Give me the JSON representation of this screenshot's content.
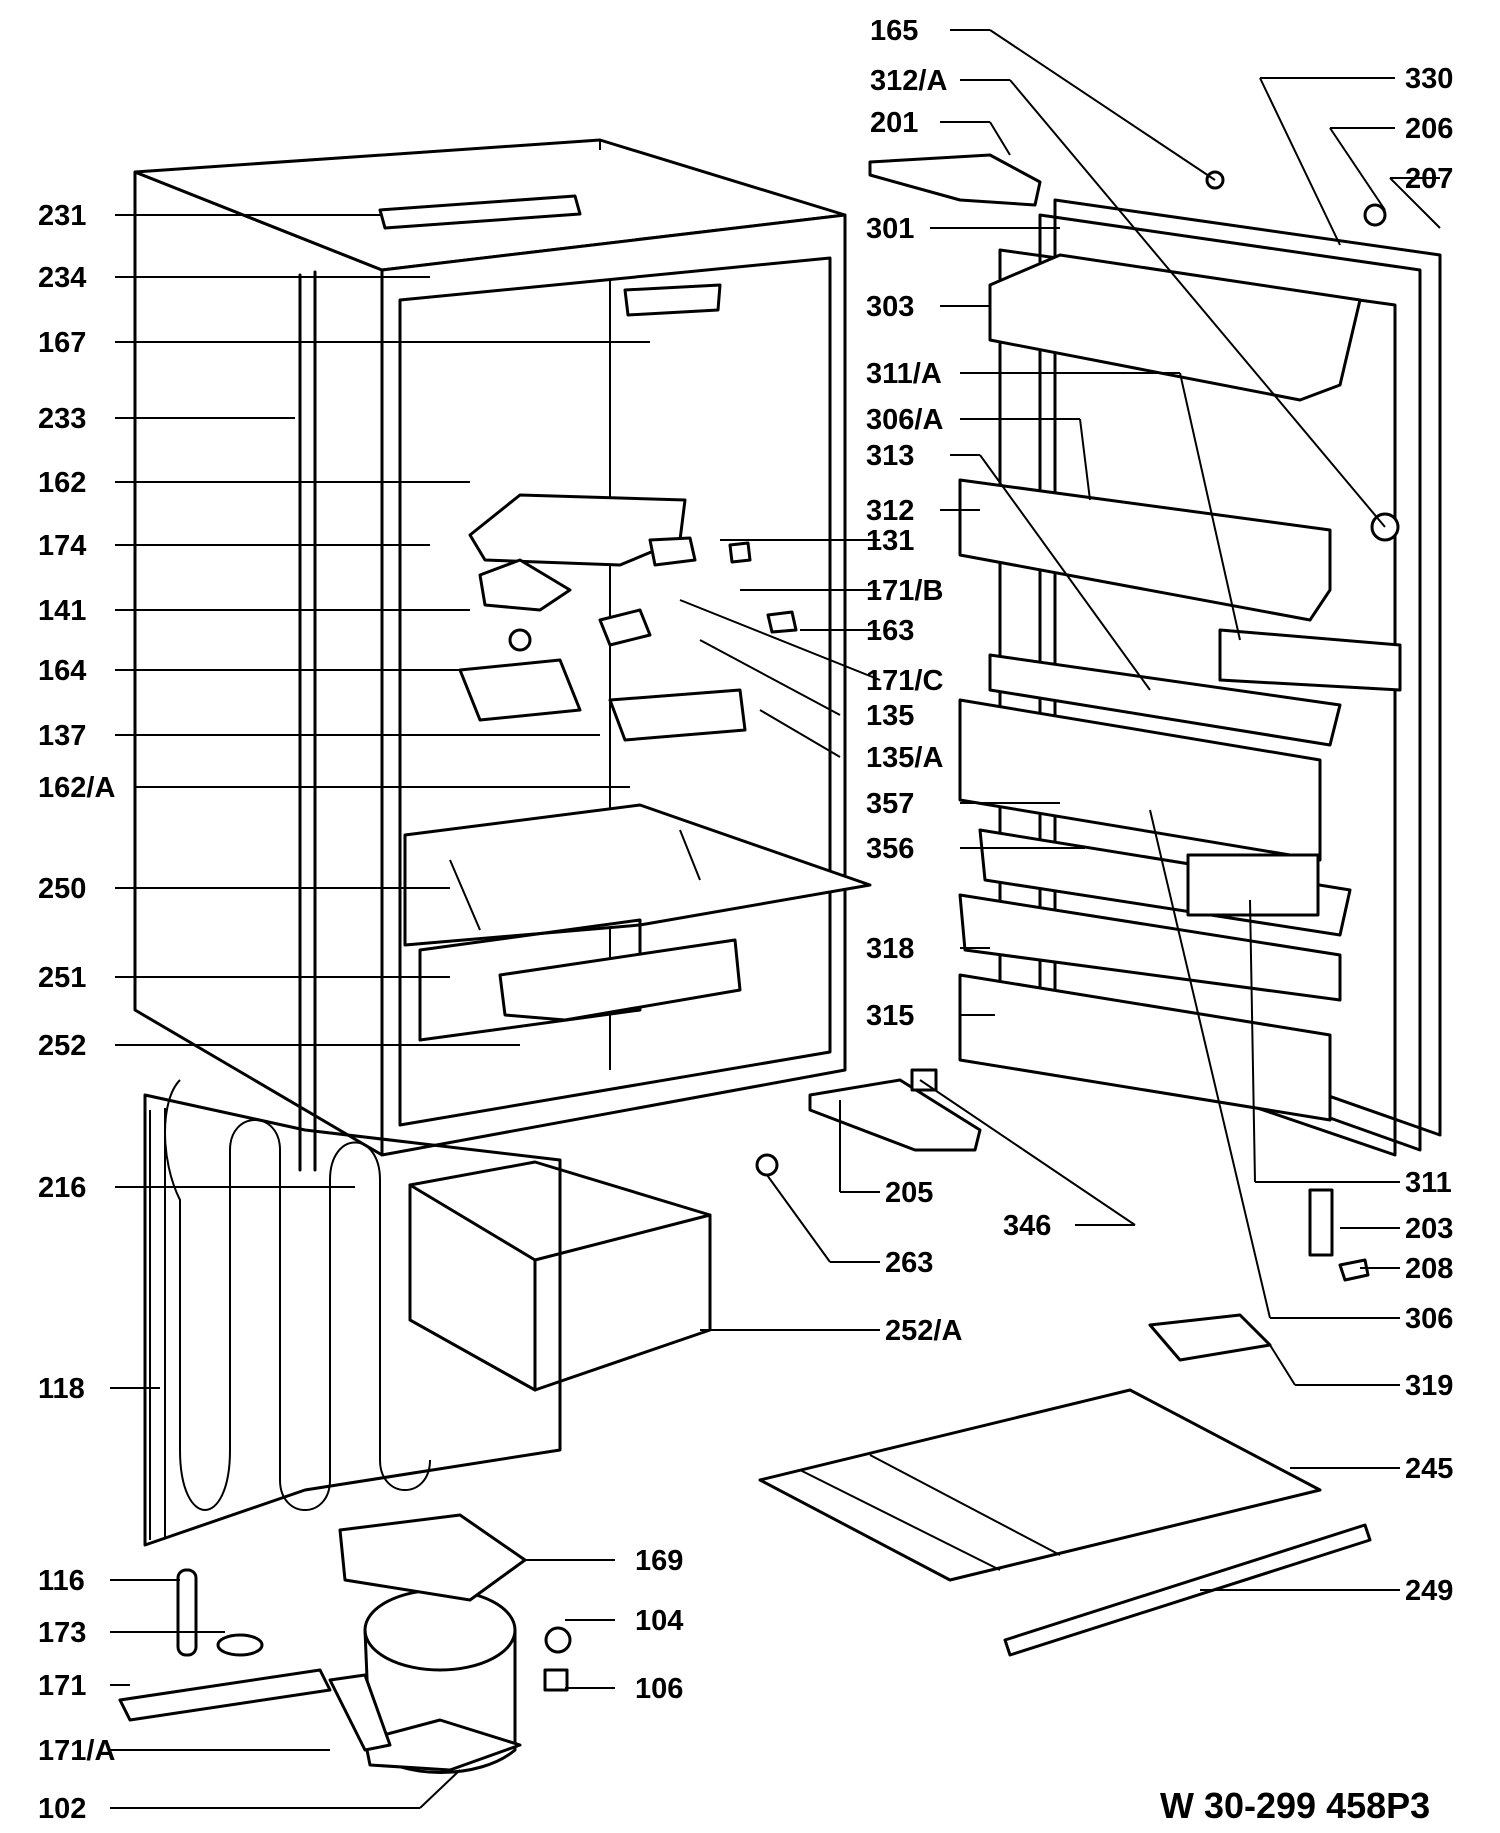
{
  "document_code": "W 30-299 458P3",
  "labels": [
    {
      "id": "165",
      "text": "165"
    },
    {
      "id": "312a",
      "text": "312/A"
    },
    {
      "id": "330",
      "text": "330"
    },
    {
      "id": "201",
      "text": "201"
    },
    {
      "id": "206",
      "text": "206"
    },
    {
      "id": "207",
      "text": "207"
    },
    {
      "id": "231",
      "text": "231"
    },
    {
      "id": "301",
      "text": "301"
    },
    {
      "id": "234",
      "text": "234"
    },
    {
      "id": "303",
      "text": "303"
    },
    {
      "id": "167",
      "text": "167"
    },
    {
      "id": "311a",
      "text": "311/A"
    },
    {
      "id": "233",
      "text": "233"
    },
    {
      "id": "306a",
      "text": "306/A"
    },
    {
      "id": "313",
      "text": "313"
    },
    {
      "id": "162",
      "text": "162"
    },
    {
      "id": "312",
      "text": "312"
    },
    {
      "id": "131",
      "text": "131"
    },
    {
      "id": "174",
      "text": "174"
    },
    {
      "id": "171b",
      "text": "171/B"
    },
    {
      "id": "141",
      "text": "141"
    },
    {
      "id": "163",
      "text": "163"
    },
    {
      "id": "164",
      "text": "164"
    },
    {
      "id": "171c",
      "text": "171/C"
    },
    {
      "id": "135",
      "text": "135"
    },
    {
      "id": "137",
      "text": "137"
    },
    {
      "id": "135a",
      "text": "135/A"
    },
    {
      "id": "162a",
      "text": "162/A"
    },
    {
      "id": "357",
      "text": "357"
    },
    {
      "id": "356",
      "text": "356"
    },
    {
      "id": "250",
      "text": "250"
    },
    {
      "id": "318",
      "text": "318"
    },
    {
      "id": "251",
      "text": "251"
    },
    {
      "id": "315",
      "text": "315"
    },
    {
      "id": "252",
      "text": "252"
    },
    {
      "id": "311",
      "text": "311"
    },
    {
      "id": "216",
      "text": "216"
    },
    {
      "id": "205",
      "text": "205"
    },
    {
      "id": "203",
      "text": "203"
    },
    {
      "id": "346",
      "text": "346"
    },
    {
      "id": "263",
      "text": "263"
    },
    {
      "id": "208",
      "text": "208"
    },
    {
      "id": "306",
      "text": "306"
    },
    {
      "id": "252a",
      "text": "252/A"
    },
    {
      "id": "118",
      "text": "118"
    },
    {
      "id": "319",
      "text": "319"
    },
    {
      "id": "245",
      "text": "245"
    },
    {
      "id": "169",
      "text": "169"
    },
    {
      "id": "116",
      "text": "116"
    },
    {
      "id": "249",
      "text": "249"
    },
    {
      "id": "104",
      "text": "104"
    },
    {
      "id": "173",
      "text": "173"
    },
    {
      "id": "171",
      "text": "171"
    },
    {
      "id": "106",
      "text": "106"
    },
    {
      "id": "171a",
      "text": "171/A"
    },
    {
      "id": "102",
      "text": "102"
    }
  ]
}
